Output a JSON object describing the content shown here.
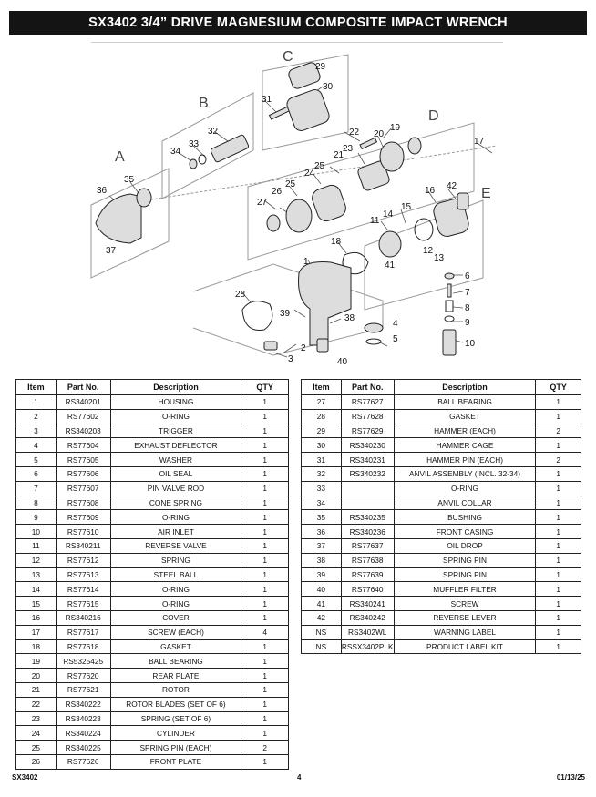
{
  "header": {
    "title": "SX3402 3/4” DRIVE MAGNESIUM COMPOSITE IMPACT WRENCH"
  },
  "diagram": {
    "section_labels": [
      "A",
      "B",
      "C",
      "D",
      "E"
    ],
    "callouts": [
      "1",
      "2",
      "3",
      "4",
      "5",
      "6",
      "7",
      "8",
      "9",
      "10",
      "11",
      "12",
      "13",
      "14",
      "15",
      "16",
      "17",
      "18",
      "19",
      "20",
      "21",
      "22",
      "23",
      "24",
      "25",
      "25",
      "26",
      "27",
      "28",
      "29",
      "30",
      "31",
      "32",
      "33",
      "34",
      "35",
      "36",
      "37",
      "38",
      "39",
      "40",
      "41",
      "42"
    ]
  },
  "table": {
    "headers": {
      "item": "Item",
      "part_no": "Part No.",
      "description": "Description",
      "qty": "QTY"
    },
    "left_rows": [
      [
        "1",
        "RS340201",
        "HOUSING",
        "1"
      ],
      [
        "2",
        "RS77602",
        "O-RING",
        "1"
      ],
      [
        "3",
        "RS340203",
        "TRIGGER",
        "1"
      ],
      [
        "4",
        "RS77604",
        "EXHAUST DEFLECTOR",
        "1"
      ],
      [
        "5",
        "RS77605",
        "WASHER",
        "1"
      ],
      [
        "6",
        "RS77606",
        "OIL SEAL",
        "1"
      ],
      [
        "7",
        "RS77607",
        "PIN VALVE ROD",
        "1"
      ],
      [
        "8",
        "RS77608",
        "CONE SPRING",
        "1"
      ],
      [
        "9",
        "RS77609",
        "O-RING",
        "1"
      ],
      [
        "10",
        "RS77610",
        "AIR INLET",
        "1"
      ],
      [
        "11",
        "RS340211",
        "REVERSE VALVE",
        "1"
      ],
      [
        "12",
        "RS77612",
        "SPRING",
        "1"
      ],
      [
        "13",
        "RS77613",
        "STEEL BALL",
        "1"
      ],
      [
        "14",
        "RS77614",
        "O-RING",
        "1"
      ],
      [
        "15",
        "RS77615",
        "O-RING",
        "1"
      ],
      [
        "16",
        "RS340216",
        "COVER",
        "1"
      ],
      [
        "17",
        "RS77617",
        "SCREW (EACH)",
        "4"
      ],
      [
        "18",
        "RS77618",
        "GASKET",
        "1"
      ],
      [
        "19",
        "RS5325425",
        "BALL BEARING",
        "1"
      ],
      [
        "20",
        "RS77620",
        "REAR PLATE",
        "1"
      ],
      [
        "21",
        "RS77621",
        "ROTOR",
        "1"
      ],
      [
        "22",
        "RS340222",
        "ROTOR BLADES (SET OF 6)",
        "1"
      ],
      [
        "23",
        "RS340223",
        "SPRING (SET OF 6)",
        "1"
      ],
      [
        "24",
        "RS340224",
        "CYLINDER",
        "1"
      ],
      [
        "25",
        "RS340225",
        "SPRING PIN (EACH)",
        "2"
      ],
      [
        "26",
        "RS77626",
        "FRONT PLATE",
        "1"
      ]
    ],
    "right_rows": [
      [
        "27",
        "RS77627",
        "BALL BEARING",
        "1"
      ],
      [
        "28",
        "RS77628",
        "GASKET",
        "1"
      ],
      [
        "29",
        "RS77629",
        "HAMMER (EACH)",
        "2"
      ],
      [
        "30",
        "RS340230",
        "HAMMER CAGE",
        "1"
      ],
      [
        "31",
        "RS340231",
        "HAMMER PIN (EACH)",
        "2"
      ],
      [
        "32",
        "RS340232",
        "ANVIL ASSEMBLY (INCL. 32-34)",
        "1"
      ],
      [
        "33",
        "",
        "O-RING",
        "1"
      ],
      [
        "34",
        "",
        "ANVIL COLLAR",
        "1"
      ],
      [
        "35",
        "RS340235",
        "BUSHING",
        "1"
      ],
      [
        "36",
        "RS340236",
        "FRONT CASING",
        "1"
      ],
      [
        "37",
        "RS77637",
        "OIL DROP",
        "1"
      ],
      [
        "38",
        "RS77638",
        "SPRING PIN",
        "1"
      ],
      [
        "39",
        "RS77639",
        "SPRING PIN",
        "1"
      ],
      [
        "40",
        "RS77640",
        "MUFFLER FILTER",
        "1"
      ],
      [
        "41",
        "RS340241",
        "SCREW",
        "1"
      ],
      [
        "42",
        "RS340242",
        "REVERSE LEVER",
        "1"
      ],
      [
        "NS",
        "RS3402WL",
        "WARNING LABEL",
        "1"
      ],
      [
        "NS",
        "RSSX3402PLK",
        "PRODUCT LABEL KIT",
        "1"
      ]
    ]
  },
  "footer": {
    "model": "SX3402",
    "page": "4",
    "date": "01/13/25"
  }
}
